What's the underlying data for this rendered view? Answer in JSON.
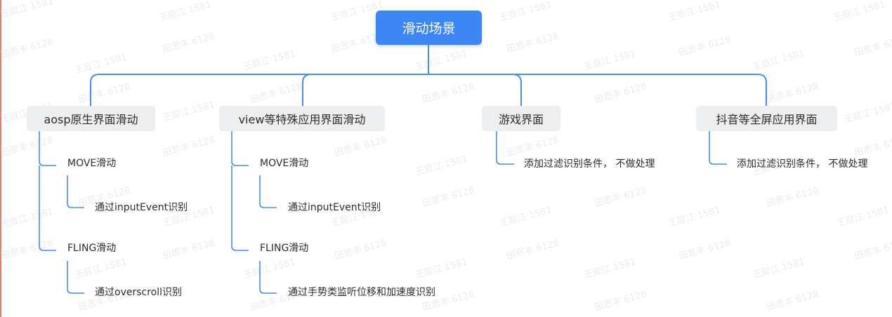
{
  "root": {
    "label": "滑动场景"
  },
  "branches": [
    {
      "label": "aosp原生界面滑动",
      "items": [
        {
          "label": "MOVE滑动",
          "detail": "通过inputEvent识别"
        },
        {
          "label": "FLING滑动",
          "detail": "通过overscroll识别"
        }
      ]
    },
    {
      "label": "view等特殊应用界面滑动",
      "items": [
        {
          "label": "MOVE滑动",
          "detail": "通过inputEvent识别"
        },
        {
          "label": "FLING滑动",
          "detail": "通过手势类监听位移和加速度识别"
        }
      ]
    },
    {
      "label": "游戏界面",
      "detail": "添加过滤识别条件， 不做处理"
    },
    {
      "label": "抖音等全屏应用界面",
      "detail": "添加过滤识别条件， 不做处理"
    }
  ],
  "watermark": {
    "a": "王庭江 1581",
    "b": "田思丰 6128"
  },
  "colors": {
    "root": "#3d86f6",
    "line": "#4a8cf0",
    "branch_bg": "#eceeef"
  }
}
